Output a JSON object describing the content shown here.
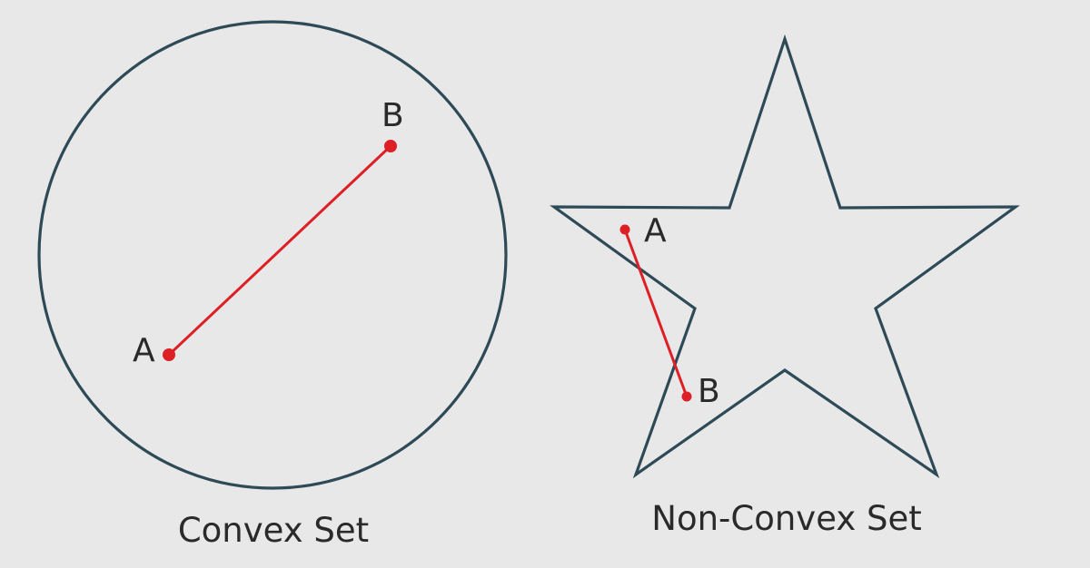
{
  "convex_panel": {
    "caption": "Convex Set",
    "point_a_label": "A",
    "point_b_label": "B"
  },
  "nonconvex_panel": {
    "caption": "Non-Convex Set",
    "point_a_label": "A",
    "point_b_label": "B"
  },
  "colors": {
    "background": "#e8e8e8",
    "outline": "#2f4a57",
    "segment": "#dd1f26",
    "text": "#2a2a2a"
  }
}
